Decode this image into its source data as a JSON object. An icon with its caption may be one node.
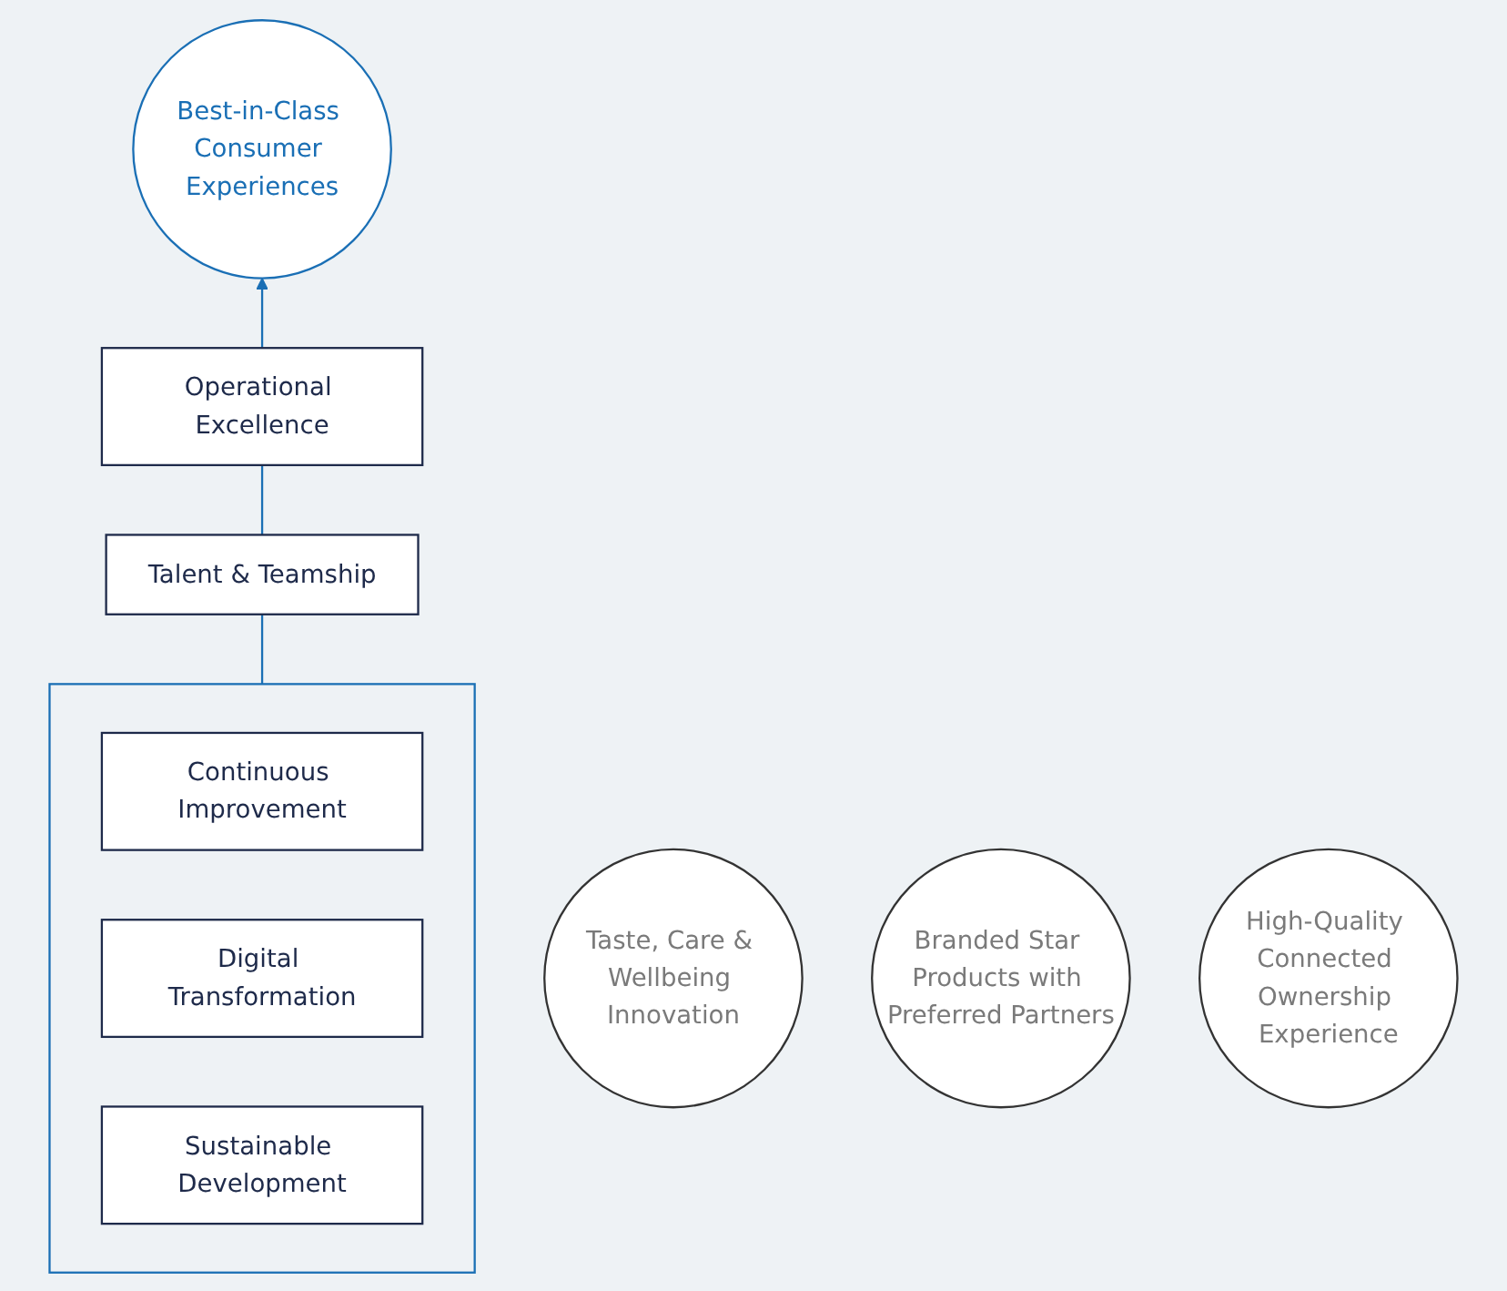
{
  "diagram": {
    "nodes": [
      {
        "text": [
          "Taste, Care & Wellbeing Innovation"
        ]
      },
      {
        "text": [
          "Branded Star Products with Preferred Partners"
        ]
      },
      {
        "text": [
          "Best-in-Class Consumer Experiences"
        ]
      },
      {
        "text": [
          "High-Quality Connected Ownership Experience"
        ]
      },
      {
        "text": [
          "Operational Excellence"
        ]
      },
      {
        "text": [
          "Talent & Teamship"
        ]
      },
      {
        "text": [],
        "shape": "box"
      },
      {
        "text": [
          "Continuous Improvement"
        ],
        "in": 6
      },
      {
        "text": [
          "Digital Transformation"
        ],
        "in": 6
      },
      {
        "text": [
          "Sustainable Development"
        ],
        "in": 6
      }
    ],
    "edges": [
      {
        "from": 6,
        "to": 5,
        "arrow": "none"
      },
      {
        "from": 5,
        "to": 4,
        "arrow": "none"
      },
      {
        "from": 4,
        "to": 2,
        "arrow": "to"
      }
    ]
  }
}
